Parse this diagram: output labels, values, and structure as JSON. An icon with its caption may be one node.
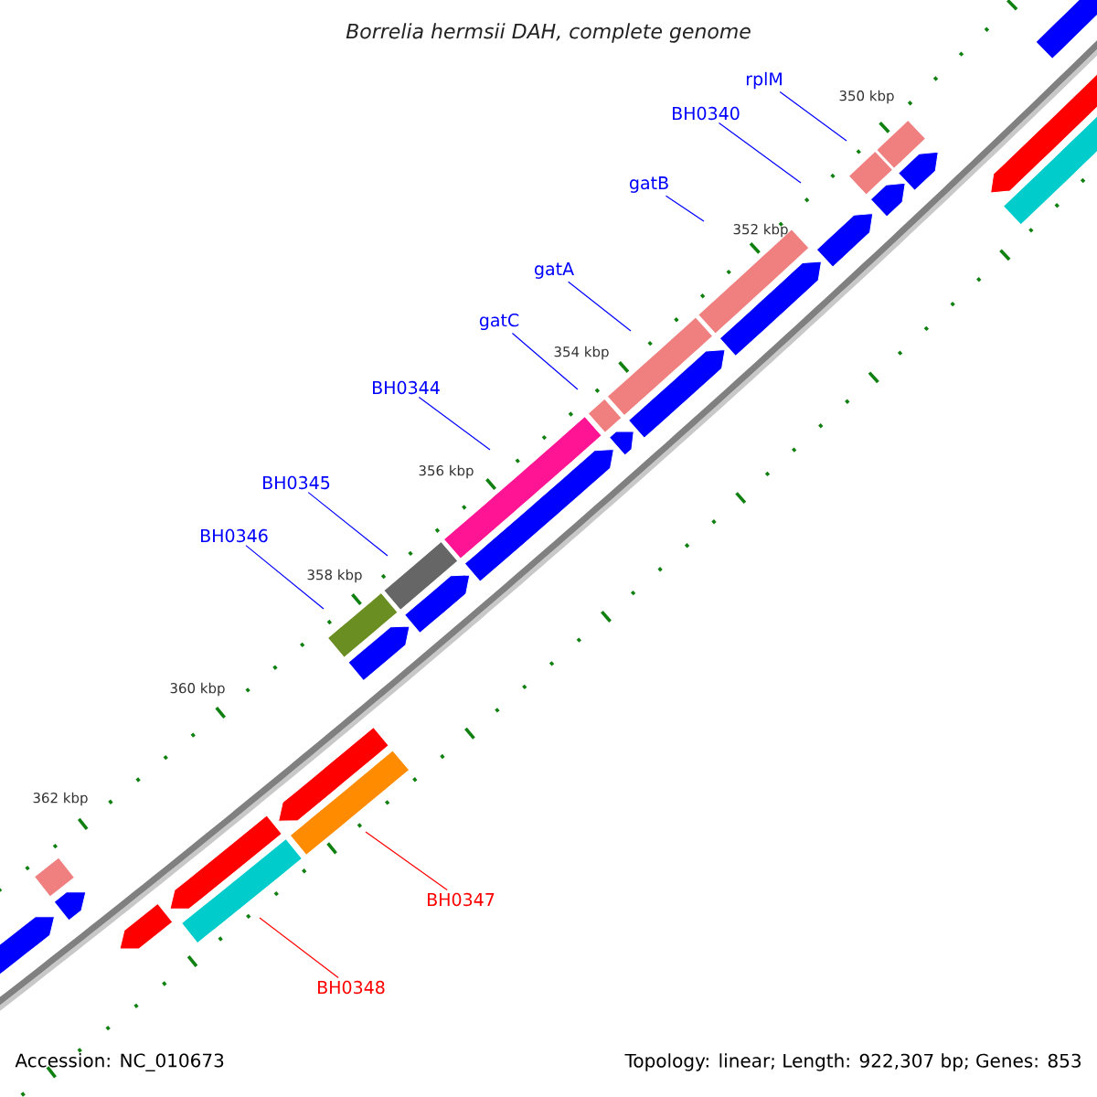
{
  "diagram": {
    "title": "Borrelia hermsii DAH, complete genome",
    "nodes": [
      {
        "text": [
          "rplM"
        ]
      },
      {
        "text": [
          "BH0340"
        ]
      },
      {
        "text": [
          "gatB"
        ]
      },
      {
        "text": [
          "gatA"
        ]
      },
      {
        "text": [
          "gatC"
        ]
      },
      {
        "text": [
          "BH0344"
        ]
      },
      {
        "text": [
          "BH0345"
        ]
      },
      {
        "text": [
          "BH0346"
        ]
      },
      {
        "text": [
          "BH0347"
        ]
      },
      {
        "text": [
          "BH0348"
        ]
      }
    ],
    "edges": [
      {
        "from": 0,
        "to": null,
        "arrow": "none"
      },
      {
        "from": 1,
        "to": null,
        "arrow": "none"
      },
      {
        "from": 2,
        "to": null,
        "arrow": "none"
      },
      {
        "from": 3,
        "to": null,
        "arrow": "none"
      },
      {
        "from": 4,
        "to": null,
        "arrow": "none"
      },
      {
        "from": 5,
        "to": null,
        "arrow": "none"
      },
      {
        "from": 6,
        "to": null,
        "arrow": "none"
      },
      {
        "from": 7,
        "to": null,
        "arrow": "none"
      },
      {
        "from": 8,
        "to": null,
        "arrow": "none",
        "color": "#ff0000"
      },
      {
        "from": 9,
        "to": null,
        "arrow": "none",
        "color": "#ff0000"
      }
    ],
    "labels": [
      "350 kbp",
      "352 kbp",
      "354 kbp",
      "356 kbp",
      "358 kbp",
      "360 kbp",
      "362 kbp",
      "Accession: NC_010673",
      "Topology: linear; Length: 922,307 bp; Genes: 853"
    ]
  }
}
